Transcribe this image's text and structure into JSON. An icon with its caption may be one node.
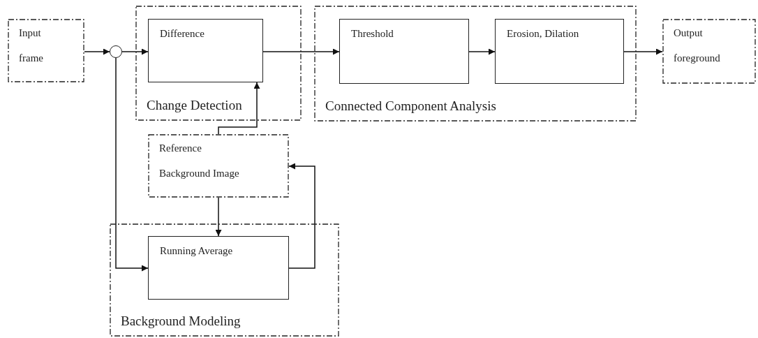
{
  "diagram": {
    "nodes": [
      {
        "text": [
          "Input frame"
        ]
      },
      {
        "text": [],
        "shape": "circle"
      },
      {
        "text": [
          "Change Detection"
        ]
      },
      {
        "text": [
          "Difference"
        ],
        "in": 2
      },
      {
        "text": [
          "Connected Component Analysis"
        ]
      },
      {
        "text": [
          "Threshold"
        ],
        "in": 4
      },
      {
        "text": [
          "Erosion, Dilation"
        ],
        "in": 4
      },
      {
        "text": [
          "Output foreground"
        ]
      },
      {
        "text": [
          "Reference Background Image"
        ]
      },
      {
        "text": [
          "Background Modeling"
        ]
      },
      {
        "text": [
          "Running Average"
        ],
        "in": 9
      }
    ],
    "edges": [
      {
        "from": 0,
        "to": 1,
        "arrow": "to"
      },
      {
        "from": 1,
        "to": 3,
        "arrow": "to"
      },
      {
        "from": 3,
        "to": 5,
        "arrow": "to"
      },
      {
        "from": 5,
        "to": 6,
        "arrow": "to"
      },
      {
        "from": 6,
        "to": 7,
        "arrow": "to"
      },
      {
        "from": 8,
        "to": 3,
        "arrow": "to"
      },
      {
        "from": 8,
        "to": 10,
        "arrow": "to"
      },
      {
        "from": 1,
        "to": 10,
        "arrow": "to"
      },
      {
        "from": 10,
        "to": 8,
        "arrow": "to"
      }
    ]
  }
}
